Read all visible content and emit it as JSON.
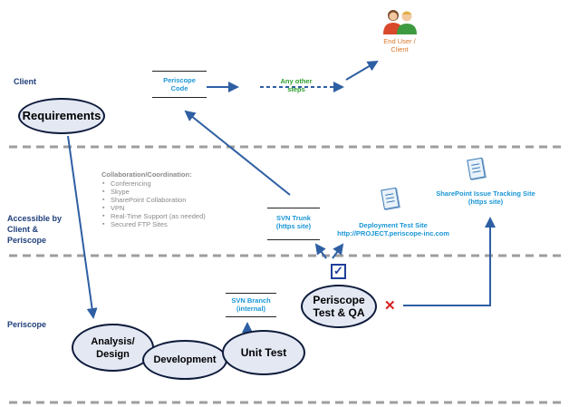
{
  "lanes": {
    "client": "Client",
    "shared": "Accessible by\nClient &\nPeriscope",
    "periscope": "Periscope"
  },
  "nodes": {
    "requirements": "Requirements",
    "analysis_design": "Analysis/\nDesign",
    "development": "Development",
    "unit_test": "Unit Test",
    "test_qa": "Periscope\nTest & QA"
  },
  "stores": {
    "periscope_code": "Periscope\nCode",
    "svn_trunk": "SVN Trunk\n(https site)",
    "svn_branch": "SVN Branch\n(internal)"
  },
  "labels": {
    "any_other_steps": "Any other\nsteps",
    "end_user": "End User /\nClient"
  },
  "collaboration": {
    "title": "Collaboration/Coordination:",
    "items": [
      "Conferencing",
      "Skype",
      "SharePoint Collaboration",
      "VPN",
      "Real-Time Support (as needed)",
      "Secured FTP Sites"
    ]
  },
  "sites": {
    "deployment": "Deployment Test Site\nhttp://PROJECT.periscope-inc.com",
    "sharepoint": "SharePoint Issue Tracking Site\n(https site)"
  },
  "marks": {
    "check": "✓",
    "cross": "✕"
  },
  "colors": {
    "arrow": "#2e5fa3",
    "ellipse_fill": "#e3e8f3",
    "ellipse_border": "#0d1a3a",
    "cyan_text": "#1a96d6",
    "green_text": "#2e9e2e",
    "orange_text": "#d9772a",
    "lane_label": "#1f3f7a",
    "dashed_divider": "#9e9e9e"
  }
}
